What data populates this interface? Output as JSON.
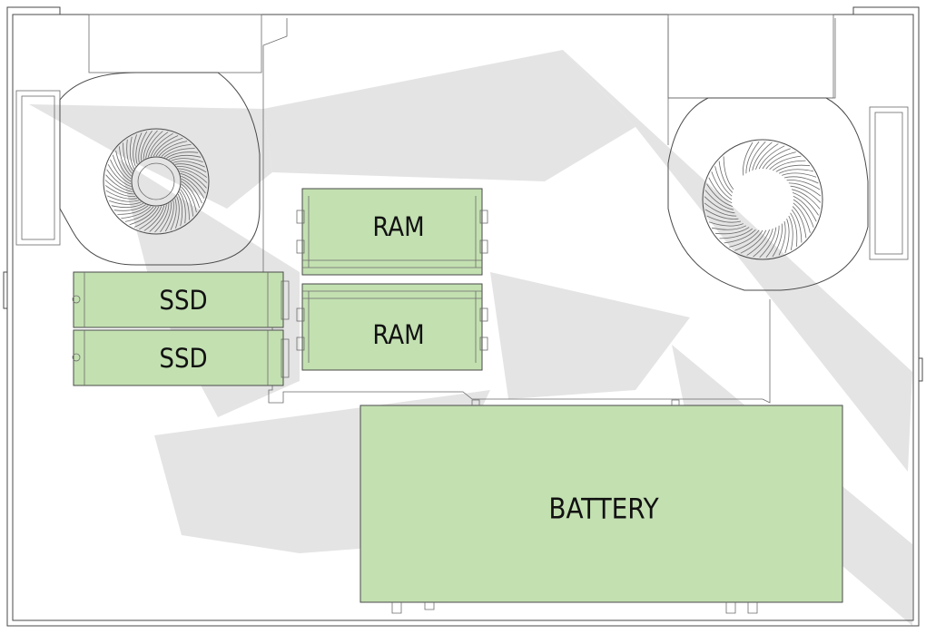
{
  "diagram": {
    "colors": {
      "component_fill": "#c3e0b1",
      "outline": "#4a4a4a",
      "watermark": "#e4e4e4",
      "background": "#ffffff"
    },
    "components": {
      "ram_top": "RAM",
      "ram_bottom": "RAM",
      "ssd_top": "SSD",
      "ssd_bottom": "SSD",
      "battery": "BATTERY"
    },
    "icons": [
      "fan-left-icon",
      "fan-right-icon",
      "logo-watermark"
    ]
  }
}
